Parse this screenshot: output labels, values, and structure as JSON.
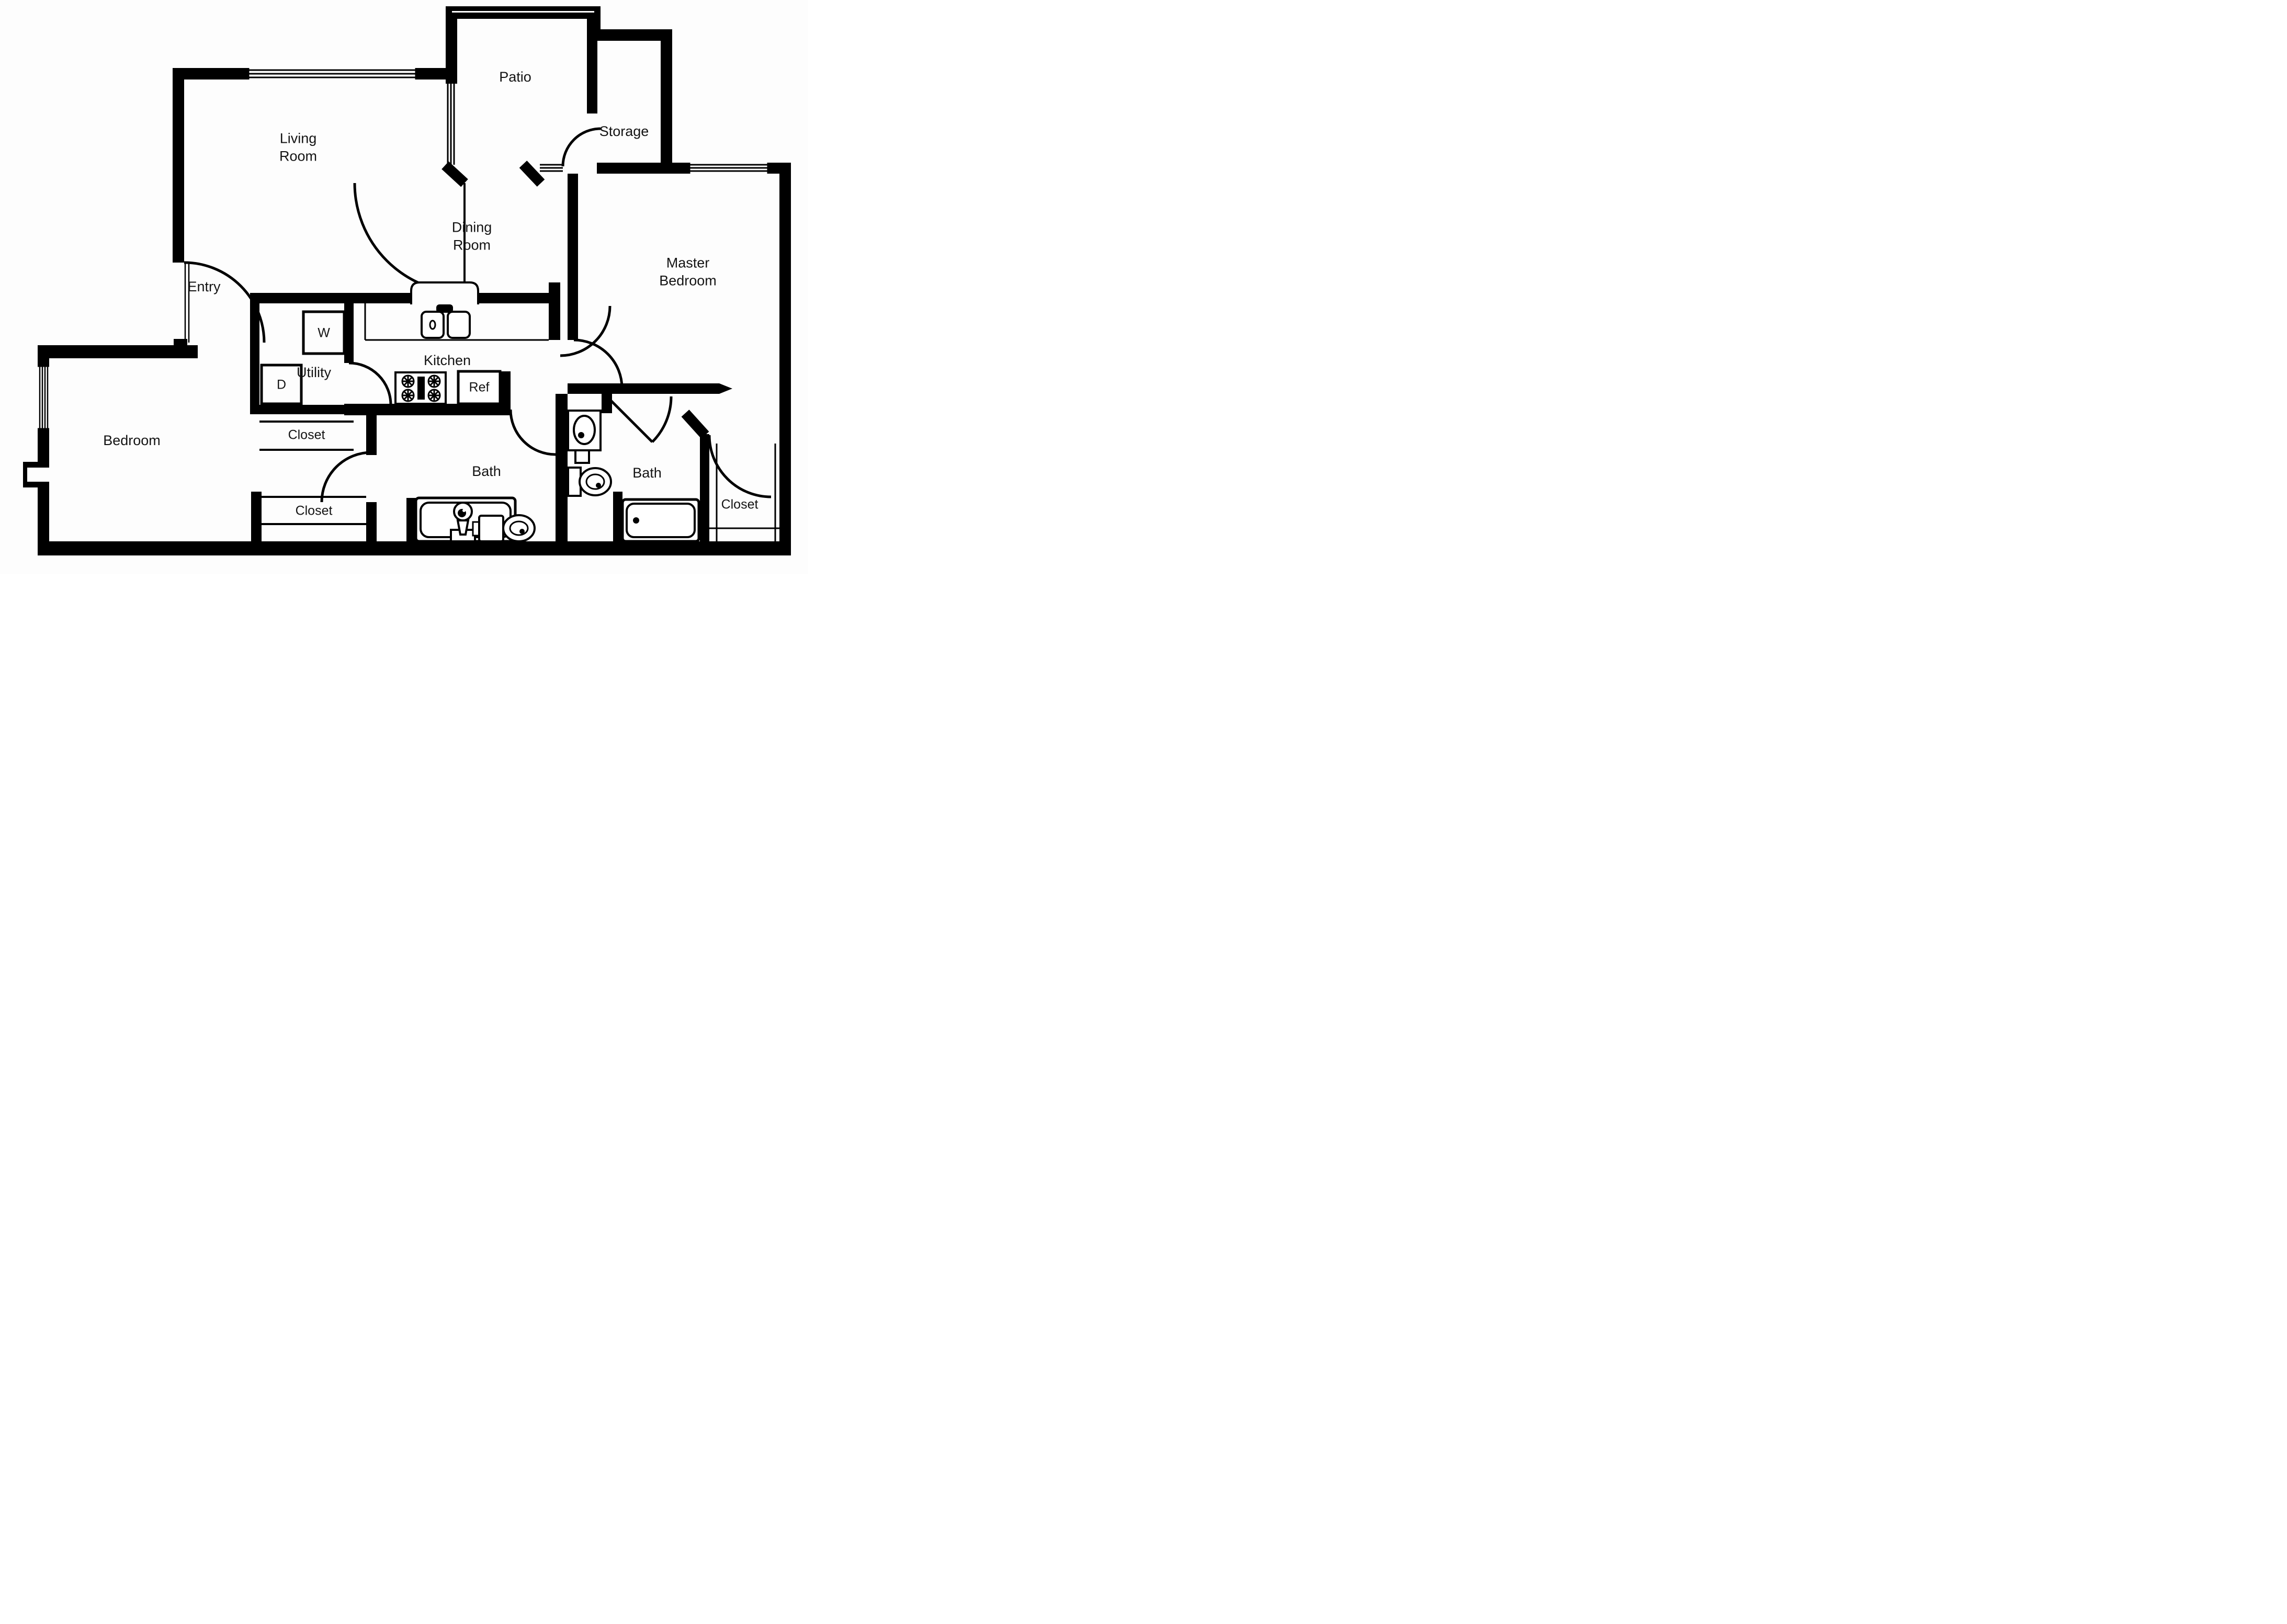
{
  "plan": {
    "type": "apartment-floorplan",
    "colors": {
      "walls": "#000000",
      "background": "#fdfdfd",
      "text": "#141414"
    },
    "labels": {
      "living_room": "Living Room",
      "patio": "Patio",
      "storage": "Storage",
      "dining_room": "Dining Room",
      "master_bedroom": "Master Bedroom",
      "entry": "Entry",
      "washer": "W",
      "dryer": "D",
      "utility": "Utility",
      "kitchen": "Kitchen",
      "refrigerator": "Ref",
      "closet_utility": "Closet",
      "bedroom": "Bedroom",
      "bath_left": "Bath",
      "bath_right": "Bath",
      "closet_bedroom": "Closet",
      "closet_master": "Closet"
    }
  }
}
